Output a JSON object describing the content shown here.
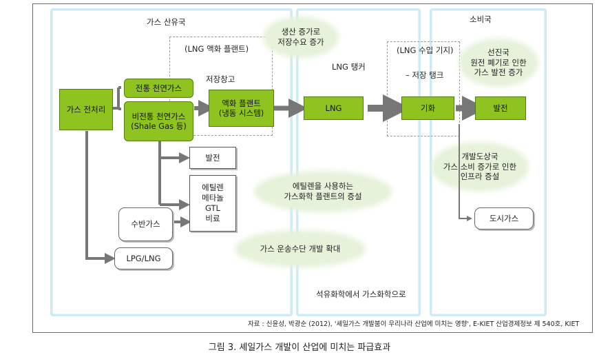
{
  "panels": {
    "gas_producer": "가스 산유국",
    "lng_tanker": "LNG 탱커",
    "consumer": "소비국"
  },
  "labels": {
    "lng_plant": "(LNG 액화 플랜트)",
    "storage": "저장창고",
    "import_base": "(LNG 수입 기지)",
    "storage_tank": "– 저장 탱크",
    "petro_to_gas": "석유화학에서 가스화학으로"
  },
  "boxes": {
    "gas_processing": "가스 전처리",
    "conventional_gas": "전통 천연가스",
    "unconventional_gas": "비전통 천연가스\n(Shale Gas 등)",
    "liquefaction": "액화 플랜트\n(냉동 시스템)",
    "lng": "LNG",
    "regasification": "기화",
    "power_right": "발전",
    "power_mid": "발전",
    "chemicals": "에틸렌\n메타놀\nGTL\n비료",
    "associated_gas": "수반가스",
    "lpg_lng": "LPG/LNG",
    "city_gas": "도시가스"
  },
  "clouds": {
    "production_demand": "생산 증가로\n저장수요 증가",
    "developed": "선진국\n원전 폐기로 인한\n가스 발전 증가",
    "developing": "개발도상국\n가스 소비 증가로 인한\n인프라 증설",
    "ethylene": "에틸렌을 사용하는\n가스화학 플랜트의 증설",
    "transport": "가스 운송수단 개발 확대"
  },
  "source": "자료 : 신윤성, 박광순 (2012), '셰일가스 개발붐이 우리나라 산업에 미치는 영향', E-KIET 산업경제정보 제 540호, KIET",
  "caption": "그림 3. 셰일가스 개발이 산업에 미치는 파급효과",
  "colors": {
    "green_box": "#8fc31f",
    "cloud": "#e6f2da",
    "panel_border": "#cfeaf3",
    "arrow": "#777777"
  }
}
